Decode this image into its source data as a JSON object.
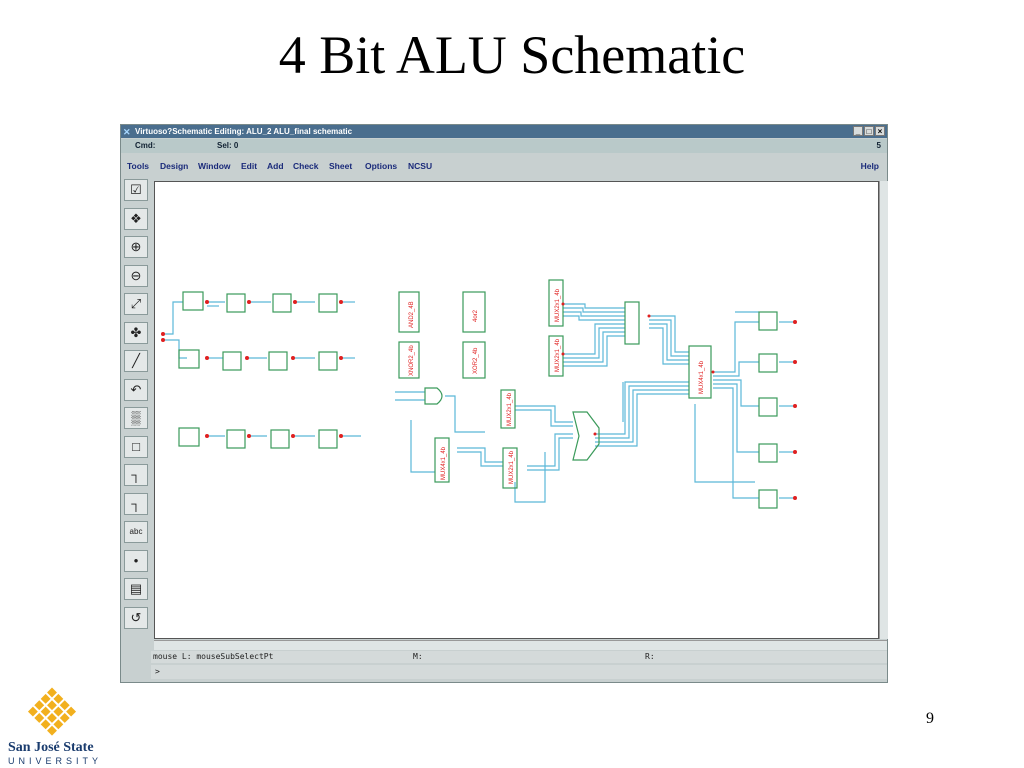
{
  "slide": {
    "title": "4 Bit ALU Schematic",
    "page_number": "9"
  },
  "window": {
    "title": "Virtuoso?Schematic Editing: ALU_2 ALU_final schematic",
    "buttons": [
      "_",
      "□",
      "×"
    ],
    "cmd_label": "Cmd:",
    "sel_label": "Sel: 0",
    "counter": "5",
    "menus": [
      "Tools",
      "Design",
      "Window",
      "Edit",
      "Add",
      "Check",
      "Sheet",
      "Options",
      "NCSU"
    ],
    "help": "Help",
    "status_mouse": "mouse L: mouseSubSelectPt",
    "status_m": "M:",
    "status_r": "R:",
    "prompt": ">"
  },
  "toolbar_icons": [
    "check-icon",
    "descend-icon",
    "zoom-in-icon",
    "zoom-out-icon",
    "stretch-icon",
    "copy-icon",
    "wire-icon",
    "undo-icon",
    "grid-icon",
    "instance-icon",
    "pin-icon",
    "wire-narrow-icon",
    "label-icon",
    "property-icon",
    "window-icon",
    "rotate-icon"
  ],
  "toolbar_glyphs": [
    "☑",
    "❖",
    "⊕",
    "⊖",
    "⤢",
    "✤",
    "╱",
    "↶",
    "▒",
    "□",
    "┐",
    "┐",
    "abc",
    "•",
    "▤",
    "↺"
  ],
  "schematic": {
    "blocks": [
      "AND2_4B",
      "4or2",
      "XNOR2_4b",
      "XOR2_4b",
      "MUX2x1_4b",
      "MUX2x1_4b",
      "MUX4x1_4b",
      "MUX2x1_4b",
      "MUX2x1_4b",
      "MUX4x1_4b"
    ]
  },
  "logo": {
    "line1": "San José State",
    "line2": "UNIVERSITY"
  },
  "colors": {
    "wire": "#5bb8d8",
    "component": "#3a9a5a",
    "pin": "#e02020",
    "titlebar": "#4a6e8e",
    "logo_gold": "#f2b01e"
  }
}
